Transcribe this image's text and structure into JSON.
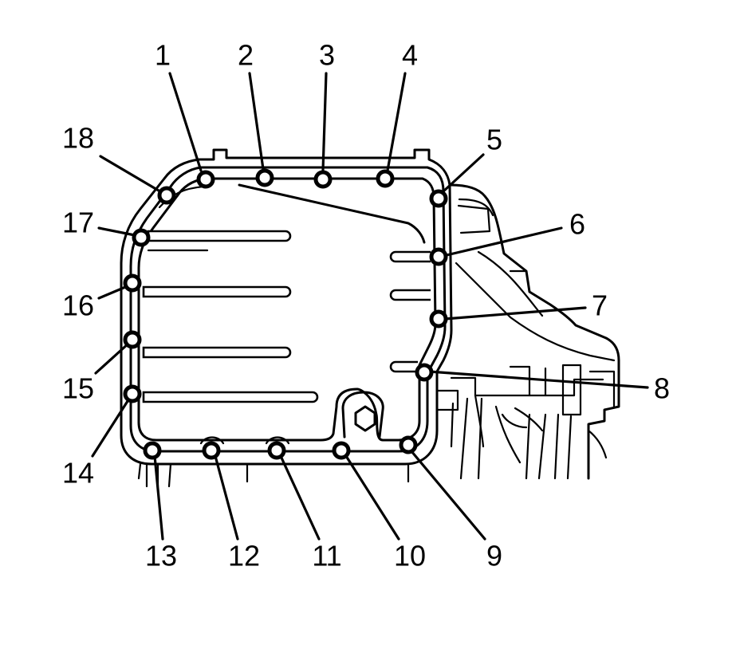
{
  "diagram": {
    "callouts": [
      {
        "id": 1,
        "label": "1"
      },
      {
        "id": 2,
        "label": "2"
      },
      {
        "id": 3,
        "label": "3"
      },
      {
        "id": 4,
        "label": "4"
      },
      {
        "id": 5,
        "label": "5"
      },
      {
        "id": 6,
        "label": "6"
      },
      {
        "id": 7,
        "label": "7"
      },
      {
        "id": 8,
        "label": "8"
      },
      {
        "id": 9,
        "label": "9"
      },
      {
        "id": 10,
        "label": "10"
      },
      {
        "id": 11,
        "label": "11"
      },
      {
        "id": 12,
        "label": "12"
      },
      {
        "id": 13,
        "label": "13"
      },
      {
        "id": 14,
        "label": "14"
      },
      {
        "id": 15,
        "label": "15"
      },
      {
        "id": 16,
        "label": "16"
      },
      {
        "id": 17,
        "label": "17"
      },
      {
        "id": 18,
        "label": "18"
      }
    ],
    "colors": {
      "line": "#000000",
      "background": "#ffffff"
    }
  }
}
